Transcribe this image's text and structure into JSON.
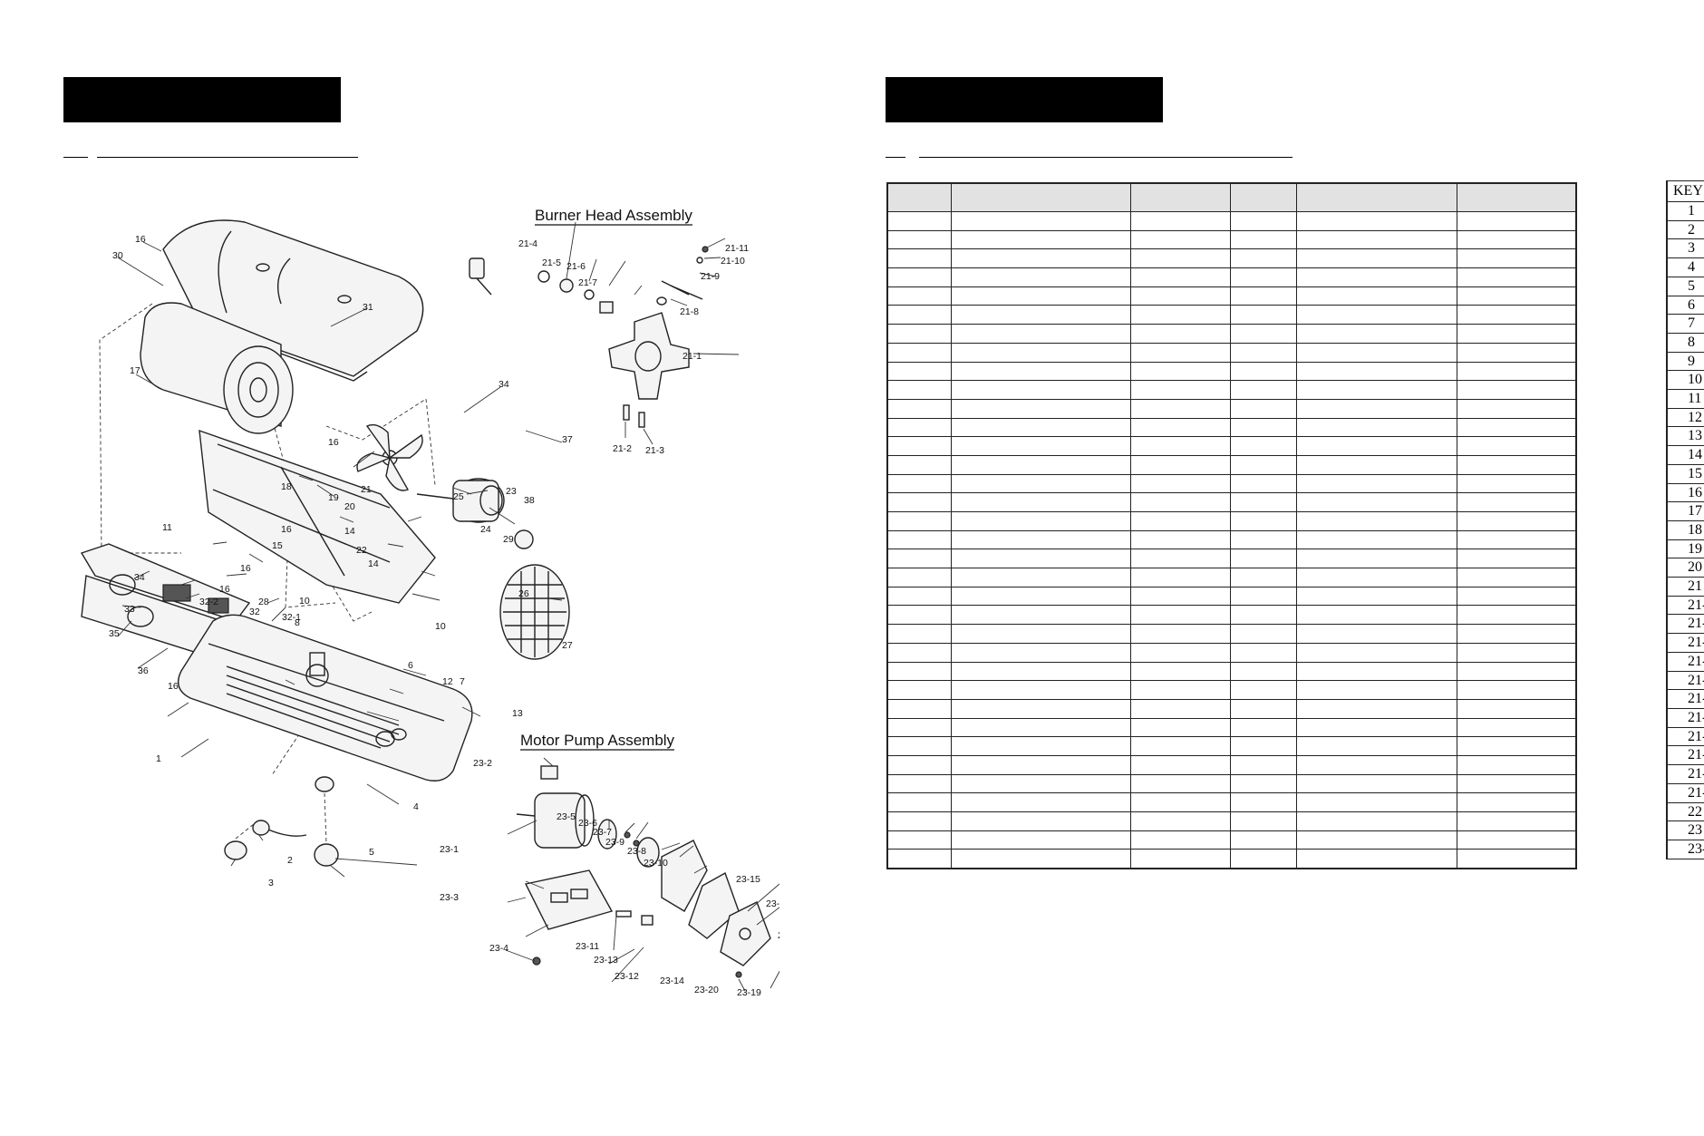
{
  "diagram": {
    "burner_head_title": "Burner Head Assembly",
    "motor_pump_title": "Motor Pump Assembly",
    "labels": {
      "l1": "1",
      "l3": "3",
      "l2": "2",
      "l4": "4",
      "l5": "5",
      "l6": "6",
      "l7": "7",
      "l8": "8",
      "l10a": "10",
      "l10b": "10",
      "l11": "11",
      "l12": "12",
      "l13": "13",
      "l14a": "14",
      "l14b": "14",
      "l15": "15",
      "l16a": "16",
      "l16b": "16",
      "l16c": "16",
      "l16d": "16",
      "l16e": "16",
      "l16f": "16",
      "l17": "17",
      "l18": "18",
      "l19": "19",
      "l20": "20",
      "l21": "21",
      "l22": "22",
      "l23": "23",
      "l24": "24",
      "l25": "25",
      "l26": "26",
      "l27": "27",
      "l28": "28",
      "l29": "29",
      "l30": "30",
      "l31": "31",
      "l32": "32",
      "l32_1": "32-1",
      "l32_2": "32-2",
      "l33": "33",
      "l34a": "34",
      "l34b": "34",
      "l35": "35",
      "l36": "36",
      "l37": "37",
      "l38": "38",
      "l21_1": "21-1",
      "l21_2": "21-2",
      "l21_3": "21-3",
      "l21_4": "21-4",
      "l21_5": "21-5",
      "l21_6": "21-6",
      "l21_7": "21-7",
      "l21_8": "21-8",
      "l21_9": "21-9",
      "l21_10": "21-10",
      "l21_11": "21-11",
      "l23_1": "23-1",
      "l23_2": "23-2",
      "l23_3": "23-3",
      "l23_4": "23-4",
      "l23_5": "23-5",
      "l23_6": "23-6",
      "l23_7": "23-7",
      "l23_8": "23-8",
      "l23_9": "23-9",
      "l23_10": "23-10",
      "l23_11": "23-11",
      "l23_12": "23-12",
      "l23_13": "23-13",
      "l23_14": "23-14",
      "l23_15": "23-15",
      "l23_16a": "23-16",
      "l23_16b": "23-16",
      "l23_17": "23-17",
      "l23_19": "23-19",
      "l23_20": "23-20"
    }
  },
  "key_column": {
    "header": "KEY",
    "rows": [
      "1",
      "2",
      "3",
      "4",
      "5",
      "6",
      "7",
      "8",
      "9",
      "10",
      "11",
      "12",
      "13",
      "14",
      "15",
      "16",
      "17",
      "18",
      "19",
      "20",
      "21",
      "21-",
      "21-",
      "21-",
      "21-",
      "21-",
      "21-",
      "21-",
      "21-",
      "21-",
      "21-",
      "21-",
      "22",
      "23",
      "23-"
    ]
  }
}
